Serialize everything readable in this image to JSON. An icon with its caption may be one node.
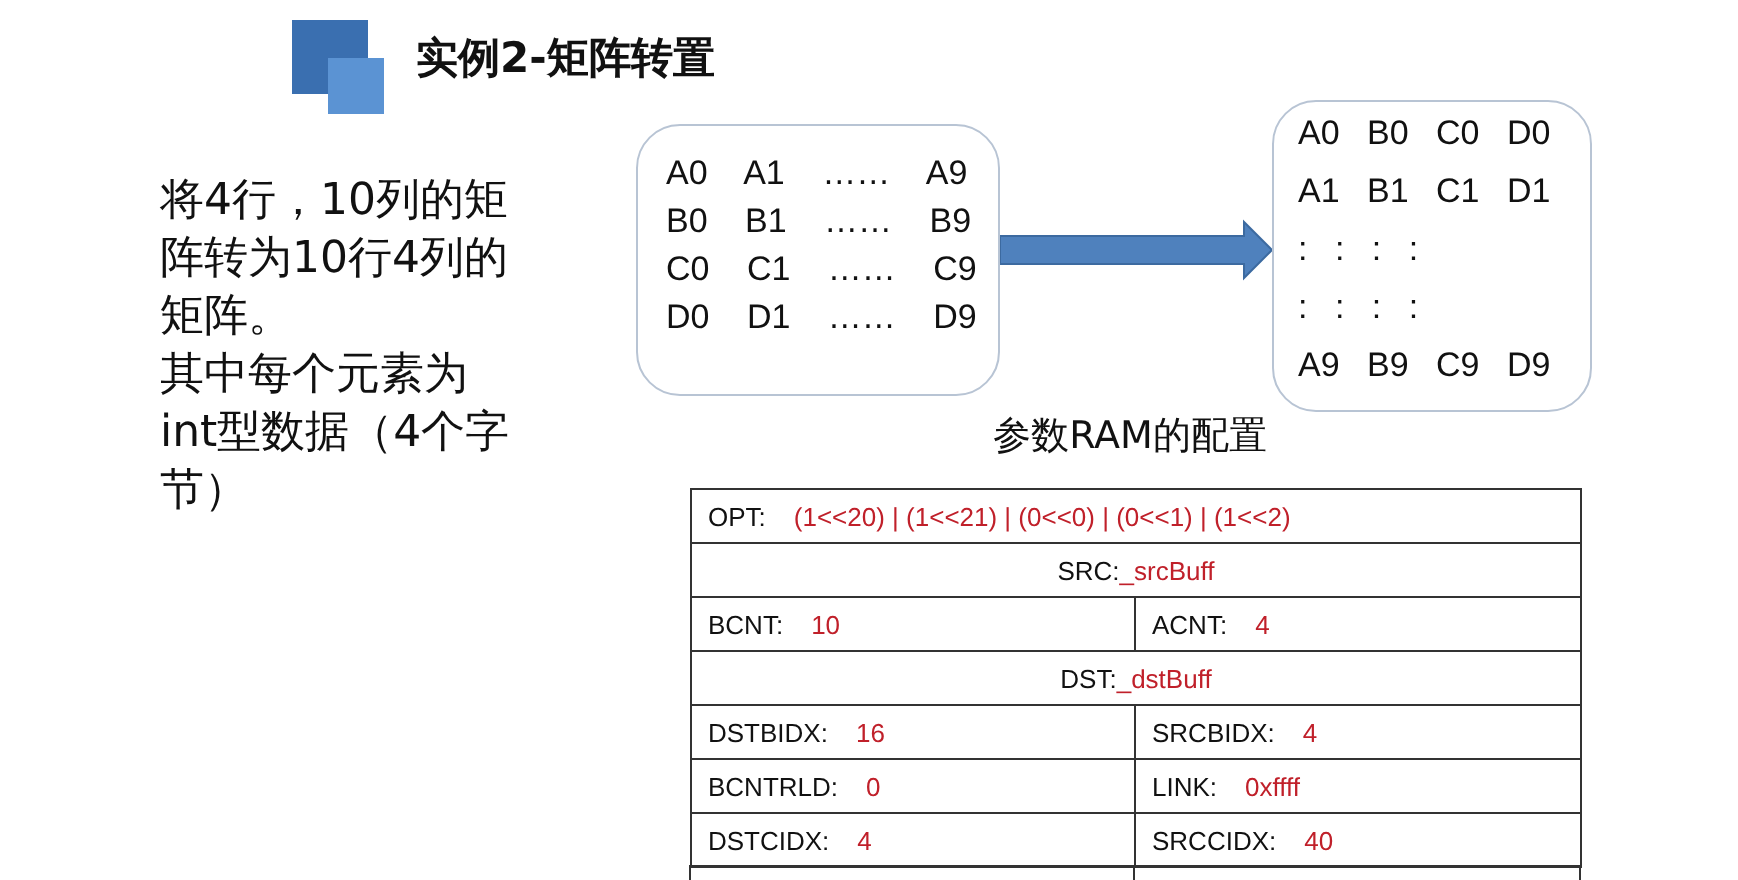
{
  "diagram": {
    "title": "实例2-矩阵转置",
    "nodes": [
      {
        "text": [
          "A0 A1 …… A9",
          "B0 B1 …… B9",
          "C0 C1 …… C9",
          "D0 D1 …… D9"
        ]
      },
      {
        "text": [
          "A0 B0 C0 D0",
          "A1 B1 C1 D1",
          ": : : :",
          ": : : :",
          "A9 B9 C9 D9"
        ]
      }
    ],
    "edges": [
      {
        "from": 0,
        "to": 1,
        "arrow": "to"
      }
    ],
    "labels": [
      "将4行，10列的矩阵转为10行4列的矩阵。",
      "其中每个元素为int型数据（4个字节）",
      "参数RAM的配置",
      "OPT:",
      "(1<<20) | (1<<21) | (0<<0) | (0<<1) | (1<<2)",
      "SRC:",
      "_srcBuff",
      "BCNT:",
      "10",
      "ACNT:",
      "4",
      "DST:",
      "_dstBuff",
      "DSTBIDX:",
      "16",
      "SRCBIDX:",
      "4",
      "BCNTRLD:",
      "0",
      "LINK:",
      "0xffff",
      "DSTCIDX:",
      "4",
      "SRCCIDX:",
      "40"
    ]
  }
}
